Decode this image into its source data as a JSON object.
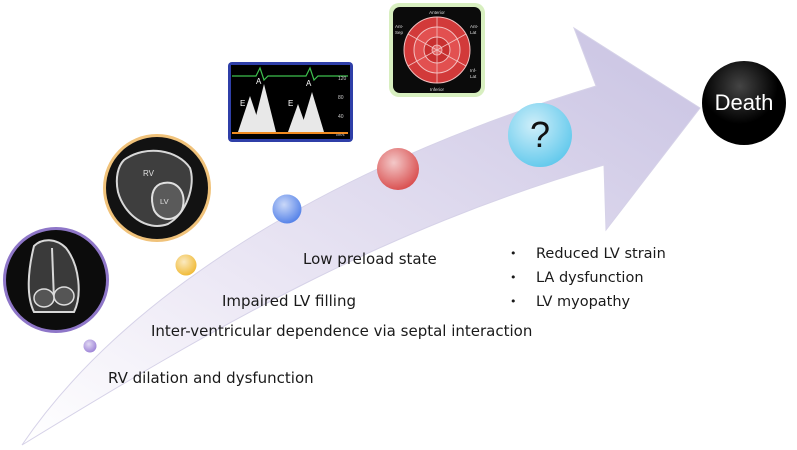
{
  "stages": [
    {
      "label": "RV dilation and dysfunction",
      "dot_color": "#9a7fd6"
    },
    {
      "label": "Inter-ventricular dependence via septal interaction",
      "dot_color": "#a0a0a0"
    },
    {
      "label": "Impaired LV filling",
      "dot_color": "#f0b830"
    },
    {
      "label": "Low preload state",
      "dot_color": "#4f7ee8"
    }
  ],
  "unknown_marker": {
    "symbol": "?",
    "color": "#5fc8ec"
  },
  "bullets": [
    "Reduced LV strain",
    "LA dysfunction",
    "LV myopathy"
  ],
  "outcome": {
    "label": "Death",
    "color": "#000000"
  },
  "thumbnails": {
    "ventricle_views": {
      "rv_label": "RV",
      "lv_label": "LV"
    },
    "doppler": {
      "peak_labels": [
        "E",
        "A",
        "E",
        "A"
      ],
      "scale_labels": [
        "120",
        "80",
        "40",
        "cm/s"
      ]
    },
    "bullseye": {
      "top_label": "Anterior",
      "bottom_label": "Inferior",
      "left_labels": [
        "Ant-",
        "Sep"
      ],
      "right_labels": [
        "Ant-",
        "Lat"
      ],
      "right_bottom_labels": [
        "Inf-",
        "Lat"
      ]
    }
  },
  "colors": {
    "arrow_light": "#ffffff",
    "arrow_dark": "#ccc6e6",
    "red_dot": "#d84a4a"
  }
}
